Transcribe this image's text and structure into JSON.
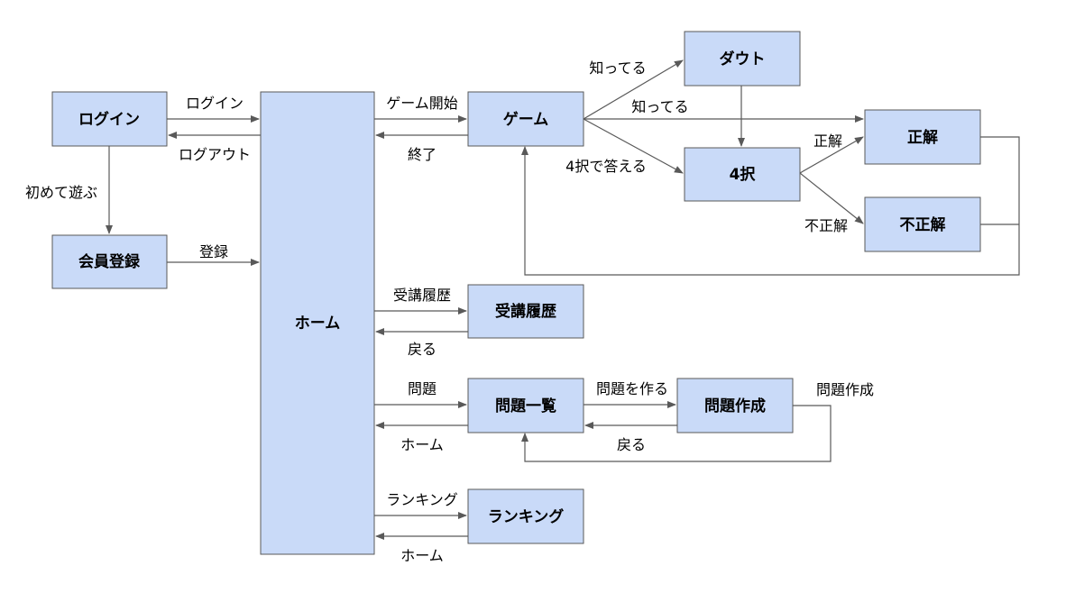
{
  "nodes": {
    "login": "ログイン",
    "member_registration": "会員登録",
    "home": "ホーム",
    "game": "ゲーム",
    "doubt": "ダウト",
    "four_choice": "4択",
    "correct": "正解",
    "incorrect": "不正解",
    "history": "受講履歴",
    "problem_list": "問題一覧",
    "problem_create": "問題作成",
    "ranking": "ランキング"
  },
  "edges": {
    "login_to_home": "ログイン",
    "home_to_login": "ログアウト",
    "login_to_registration": "初めて遊ぶ",
    "registration_to_home": "登録",
    "home_to_game": "ゲーム開始",
    "game_to_home": "終了",
    "game_to_doubt": "知ってる",
    "game_to_correct": "知ってる",
    "game_to_four_choice": "4択で答える",
    "four_choice_to_correct": "正解",
    "four_choice_to_incorrect": "不正解",
    "home_to_history": "受講履歴",
    "history_to_home": "戻る",
    "home_to_problem_list": "問題",
    "problem_list_to_home": "ホーム",
    "problem_list_to_create": "問題を作る",
    "create_to_problem_list_back": "戻る",
    "create_loop": "問題作成",
    "home_to_ranking": "ランキング",
    "ranking_to_home": "ホーム"
  }
}
